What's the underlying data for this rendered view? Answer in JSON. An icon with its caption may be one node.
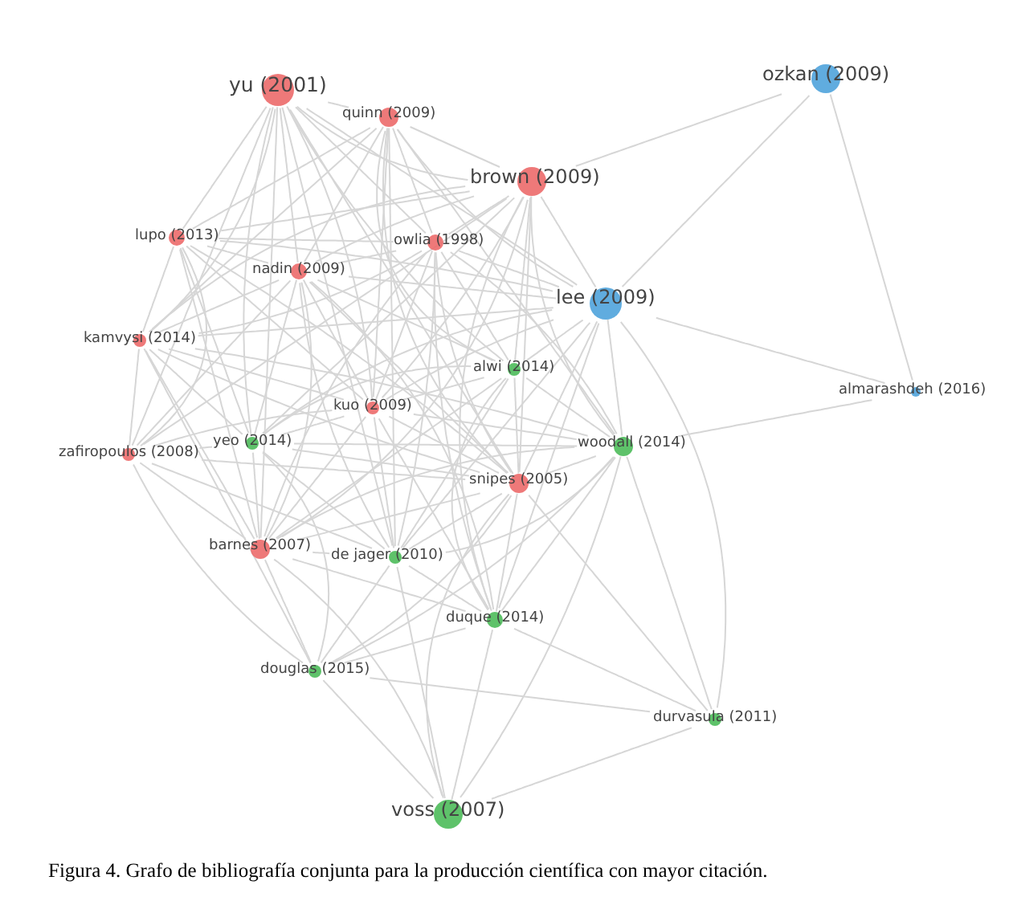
{
  "diagram": {
    "caption": "Figura 4. Grafo de bibliografía conjunta para la producción científica con mayor citación.",
    "nodes": [
      {
        "text": [
          "yu (2001)"
        ]
      },
      {
        "text": [
          "quinn (2009)"
        ]
      },
      {
        "text": [
          "ozkan (2009)"
        ]
      },
      {
        "text": [
          "brown (2009)"
        ]
      },
      {
        "text": [
          "lupo (2013)"
        ]
      },
      {
        "text": [
          "owlia (1998)"
        ]
      },
      {
        "text": [
          "nadin (2009)"
        ]
      },
      {
        "text": [
          "lee (2009)"
        ]
      },
      {
        "text": [
          "kamvysi (2014)"
        ]
      },
      {
        "text": [
          "alwi (2014)"
        ]
      },
      {
        "text": [
          "almarashdeh (2016)"
        ]
      },
      {
        "text": [
          "kuo (2009)"
        ]
      },
      {
        "text": [
          "yeo (2014)"
        ]
      },
      {
        "text": [
          "woodall (2014)"
        ]
      },
      {
        "text": [
          "zafiropoulos (2008)"
        ]
      },
      {
        "text": [
          "snipes (2005)"
        ]
      },
      {
        "text": [
          "barnes (2007)"
        ]
      },
      {
        "text": [
          "de jager (2010)"
        ]
      },
      {
        "text": [
          "duque (2014)"
        ]
      },
      {
        "text": [
          "douglas (2015)"
        ]
      },
      {
        "text": [
          "durvasula (2011)"
        ]
      },
      {
        "text": [
          "voss (2007)"
        ]
      }
    ],
    "edges": [
      {
        "from": 0,
        "to": 1,
        "arrow": "none"
      },
      {
        "from": 0,
        "to": 3,
        "arrow": "none"
      },
      {
        "from": 0,
        "to": 4,
        "arrow": "none"
      },
      {
        "from": 0,
        "to": 5,
        "arrow": "none"
      },
      {
        "from": 0,
        "to": 6,
        "arrow": "none"
      },
      {
        "from": 0,
        "to": 8,
        "arrow": "none"
      },
      {
        "from": 0,
        "to": 11,
        "arrow": "none"
      },
      {
        "from": 0,
        "to": 12,
        "arrow": "none"
      },
      {
        "from": 0,
        "to": 14,
        "arrow": "none"
      },
      {
        "from": 0,
        "to": 16,
        "arrow": "none"
      },
      {
        "from": 0,
        "to": 17,
        "arrow": "none"
      },
      {
        "from": 0,
        "to": 15,
        "arrow": "none"
      },
      {
        "from": 0,
        "to": 9,
        "arrow": "none"
      },
      {
        "from": 0,
        "to": 7,
        "arrow": "none"
      },
      {
        "from": 1,
        "to": 3,
        "arrow": "none"
      },
      {
        "from": 1,
        "to": 4,
        "arrow": "none"
      },
      {
        "from": 1,
        "to": 5,
        "arrow": "none"
      },
      {
        "from": 1,
        "to": 6,
        "arrow": "none"
      },
      {
        "from": 1,
        "to": 8,
        "arrow": "none"
      },
      {
        "from": 1,
        "to": 11,
        "arrow": "none"
      },
      {
        "from": 1,
        "to": 15,
        "arrow": "none"
      },
      {
        "from": 1,
        "to": 7,
        "arrow": "none"
      },
      {
        "from": 1,
        "to": 13,
        "arrow": "none"
      },
      {
        "from": 1,
        "to": 9,
        "arrow": "none"
      },
      {
        "from": 1,
        "to": 17,
        "arrow": "none"
      },
      {
        "from": 2,
        "to": 3,
        "arrow": "none"
      },
      {
        "from": 2,
        "to": 7,
        "arrow": "none"
      },
      {
        "from": 2,
        "to": 10,
        "arrow": "none"
      },
      {
        "from": 3,
        "to": 4,
        "arrow": "none"
      },
      {
        "from": 3,
        "to": 5,
        "arrow": "none"
      },
      {
        "from": 3,
        "to": 6,
        "arrow": "none"
      },
      {
        "from": 3,
        "to": 7,
        "arrow": "none"
      },
      {
        "from": 3,
        "to": 8,
        "arrow": "none"
      },
      {
        "from": 3,
        "to": 11,
        "arrow": "none"
      },
      {
        "from": 3,
        "to": 9,
        "arrow": "none"
      },
      {
        "from": 3,
        "to": 13,
        "arrow": "none"
      },
      {
        "from": 3,
        "to": 15,
        "arrow": "none"
      },
      {
        "from": 3,
        "to": 14,
        "arrow": "none"
      },
      {
        "from": 3,
        "to": 16,
        "arrow": "none"
      },
      {
        "from": 3,
        "to": 12,
        "arrow": "none"
      },
      {
        "from": 3,
        "to": 18,
        "arrow": "none"
      },
      {
        "from": 4,
        "to": 5,
        "arrow": "none"
      },
      {
        "from": 4,
        "to": 6,
        "arrow": "none"
      },
      {
        "from": 4,
        "to": 8,
        "arrow": "none"
      },
      {
        "from": 4,
        "to": 11,
        "arrow": "none"
      },
      {
        "from": 4,
        "to": 14,
        "arrow": "none"
      },
      {
        "from": 4,
        "to": 16,
        "arrow": "none"
      },
      {
        "from": 4,
        "to": 12,
        "arrow": "none"
      },
      {
        "from": 4,
        "to": 15,
        "arrow": "none"
      },
      {
        "from": 4,
        "to": 7,
        "arrow": "none"
      },
      {
        "from": 5,
        "to": 6,
        "arrow": "none"
      },
      {
        "from": 5,
        "to": 8,
        "arrow": "none"
      },
      {
        "from": 5,
        "to": 9,
        "arrow": "none"
      },
      {
        "from": 5,
        "to": 11,
        "arrow": "none"
      },
      {
        "from": 5,
        "to": 13,
        "arrow": "none"
      },
      {
        "from": 5,
        "to": 15,
        "arrow": "none"
      },
      {
        "from": 5,
        "to": 16,
        "arrow": "none"
      },
      {
        "from": 5,
        "to": 17,
        "arrow": "none"
      },
      {
        "from": 5,
        "to": 18,
        "arrow": "none"
      },
      {
        "from": 5,
        "to": 7,
        "arrow": "none"
      },
      {
        "from": 6,
        "to": 8,
        "arrow": "none"
      },
      {
        "from": 6,
        "to": 11,
        "arrow": "none"
      },
      {
        "from": 6,
        "to": 12,
        "arrow": "none"
      },
      {
        "from": 6,
        "to": 14,
        "arrow": "none"
      },
      {
        "from": 6,
        "to": 15,
        "arrow": "none"
      },
      {
        "from": 6,
        "to": 16,
        "arrow": "none"
      },
      {
        "from": 6,
        "to": 17,
        "arrow": "none"
      },
      {
        "from": 6,
        "to": 18,
        "arrow": "none"
      },
      {
        "from": 6,
        "to": 7,
        "arrow": "none"
      },
      {
        "from": 6,
        "to": 9,
        "arrow": "none"
      },
      {
        "from": 7,
        "to": 9,
        "arrow": "none"
      },
      {
        "from": 7,
        "to": 10,
        "arrow": "none"
      },
      {
        "from": 7,
        "to": 13,
        "arrow": "none"
      },
      {
        "from": 7,
        "to": 15,
        "arrow": "none"
      },
      {
        "from": 7,
        "to": 11,
        "arrow": "none"
      },
      {
        "from": 7,
        "to": 8,
        "arrow": "none"
      },
      {
        "from": 7,
        "to": 17,
        "arrow": "none"
      },
      {
        "from": 7,
        "to": 18,
        "arrow": "none"
      },
      {
        "from": 7,
        "to": 12,
        "arrow": "none"
      },
      {
        "from": 7,
        "to": 20,
        "arrow": "none"
      },
      {
        "from": 8,
        "to": 11,
        "arrow": "none"
      },
      {
        "from": 8,
        "to": 12,
        "arrow": "none"
      },
      {
        "from": 8,
        "to": 14,
        "arrow": "none"
      },
      {
        "from": 8,
        "to": 16,
        "arrow": "none"
      },
      {
        "from": 8,
        "to": 15,
        "arrow": "none"
      },
      {
        "from": 8,
        "to": 13,
        "arrow": "none"
      },
      {
        "from": 8,
        "to": 19,
        "arrow": "none"
      },
      {
        "from": 9,
        "to": 11,
        "arrow": "none"
      },
      {
        "from": 9,
        "to": 13,
        "arrow": "none"
      },
      {
        "from": 9,
        "to": 15,
        "arrow": "none"
      },
      {
        "from": 9,
        "to": 12,
        "arrow": "none"
      },
      {
        "from": 9,
        "to": 17,
        "arrow": "none"
      },
      {
        "from": 9,
        "to": 18,
        "arrow": "none"
      },
      {
        "from": 9,
        "to": 16,
        "arrow": "none"
      },
      {
        "from": 10,
        "to": 13,
        "arrow": "none"
      },
      {
        "from": 11,
        "to": 12,
        "arrow": "none"
      },
      {
        "from": 11,
        "to": 15,
        "arrow": "none"
      },
      {
        "from": 11,
        "to": 16,
        "arrow": "none"
      },
      {
        "from": 11,
        "to": 17,
        "arrow": "none"
      },
      {
        "from": 11,
        "to": 18,
        "arrow": "none"
      },
      {
        "from": 11,
        "to": 14,
        "arrow": "none"
      },
      {
        "from": 11,
        "to": 13,
        "arrow": "none"
      },
      {
        "from": 12,
        "to": 14,
        "arrow": "none"
      },
      {
        "from": 12,
        "to": 15,
        "arrow": "none"
      },
      {
        "from": 12,
        "to": 16,
        "arrow": "none"
      },
      {
        "from": 12,
        "to": 17,
        "arrow": "none"
      },
      {
        "from": 12,
        "to": 19,
        "arrow": "none"
      },
      {
        "from": 12,
        "to": 13,
        "arrow": "none"
      },
      {
        "from": 13,
        "to": 15,
        "arrow": "none"
      },
      {
        "from": 13,
        "to": 17,
        "arrow": "none"
      },
      {
        "from": 13,
        "to": 18,
        "arrow": "none"
      },
      {
        "from": 13,
        "to": 20,
        "arrow": "none"
      },
      {
        "from": 13,
        "to": 21,
        "arrow": "none"
      },
      {
        "from": 13,
        "to": 16,
        "arrow": "none"
      },
      {
        "from": 13,
        "to": 19,
        "arrow": "none"
      },
      {
        "from": 14,
        "to": 16,
        "arrow": "none"
      },
      {
        "from": 14,
        "to": 15,
        "arrow": "none"
      },
      {
        "from": 14,
        "to": 19,
        "arrow": "none"
      },
      {
        "from": 14,
        "to": 17,
        "arrow": "none"
      },
      {
        "from": 15,
        "to": 16,
        "arrow": "none"
      },
      {
        "from": 15,
        "to": 17,
        "arrow": "none"
      },
      {
        "from": 15,
        "to": 18,
        "arrow": "none"
      },
      {
        "from": 15,
        "to": 19,
        "arrow": "none"
      },
      {
        "from": 15,
        "to": 21,
        "arrow": "none"
      },
      {
        "from": 15,
        "to": 20,
        "arrow": "none"
      },
      {
        "from": 16,
        "to": 17,
        "arrow": "none"
      },
      {
        "from": 16,
        "to": 19,
        "arrow": "none"
      },
      {
        "from": 16,
        "to": 21,
        "arrow": "none"
      },
      {
        "from": 16,
        "to": 18,
        "arrow": "none"
      },
      {
        "from": 17,
        "to": 18,
        "arrow": "none"
      },
      {
        "from": 17,
        "to": 19,
        "arrow": "none"
      },
      {
        "from": 17,
        "to": 21,
        "arrow": "none"
      },
      {
        "from": 18,
        "to": 19,
        "arrow": "none"
      },
      {
        "from": 18,
        "to": 20,
        "arrow": "none"
      },
      {
        "from": 18,
        "to": 21,
        "arrow": "none"
      },
      {
        "from": 19,
        "to": 20,
        "arrow": "none"
      },
      {
        "from": 19,
        "to": 21,
        "arrow": "none"
      },
      {
        "from": 20,
        "to": 21,
        "arrow": "none"
      }
    ]
  }
}
